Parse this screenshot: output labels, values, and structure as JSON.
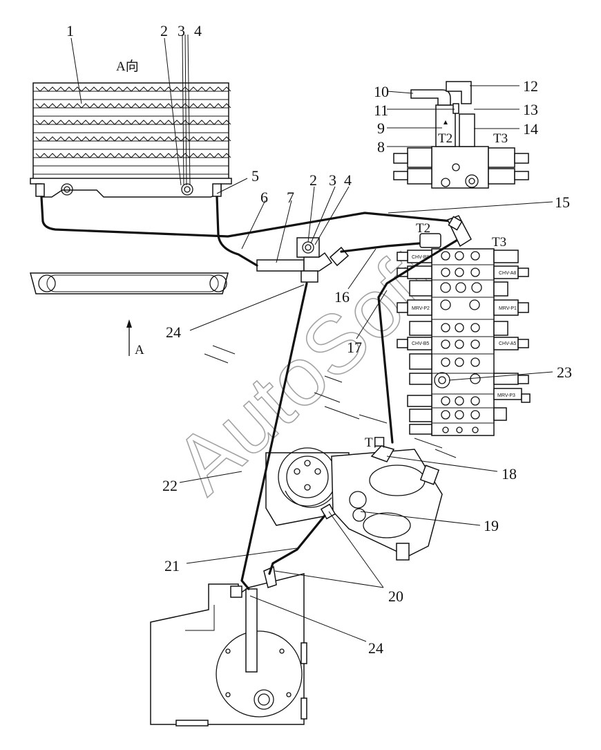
{
  "diagram": {
    "view_label": "A向",
    "arrow_label": "A",
    "port_labels": {
      "t2_top": "T2",
      "t3_top": "T3",
      "t2_valve": "T2",
      "t3_valve": "T3",
      "t_pump": "T口"
    },
    "callouts": {
      "n1": "1",
      "n2a": "2",
      "n3a": "3",
      "n4a": "4",
      "n5": "5",
      "n6": "6",
      "n7": "7",
      "n2b": "2",
      "n3b": "3",
      "n4b": "4",
      "n8": "8",
      "n9": "9",
      "n10": "10",
      "n11": "11",
      "n12": "12",
      "n13": "13",
      "n14": "14",
      "n15": "15",
      "n16": "16",
      "n17": "17",
      "n18": "18",
      "n19": "19",
      "n20": "20",
      "n21": "21",
      "n22": "22",
      "n23": "23",
      "n24a": "24",
      "n24b": "24"
    },
    "valve_tags": [
      "CHV-B8",
      "CHV-A8",
      "MRV-P2",
      "MRV-P1",
      "CHV-B5",
      "CHV-A5",
      "MRV-P3"
    ],
    "watermark": "AutoSoft"
  }
}
